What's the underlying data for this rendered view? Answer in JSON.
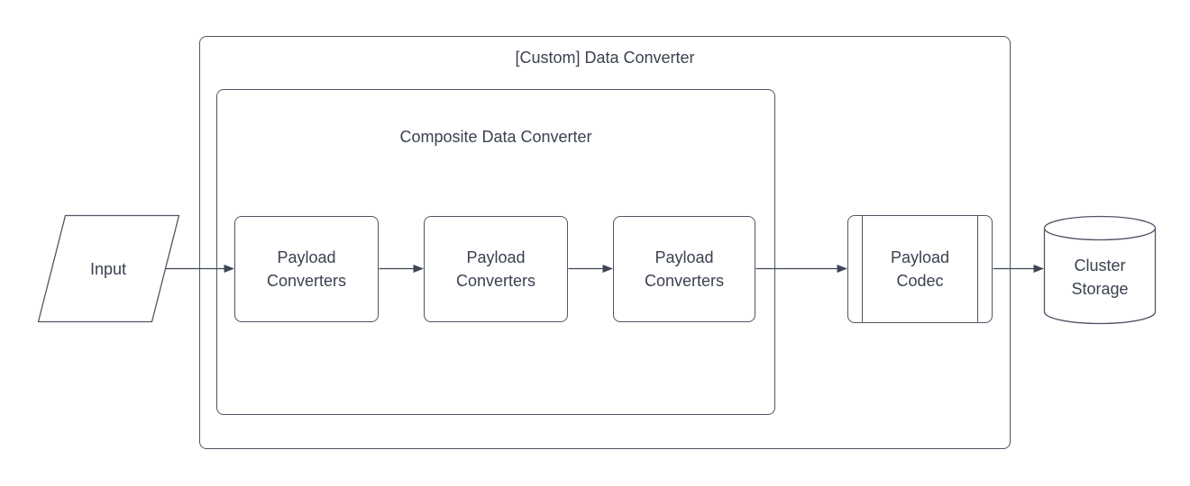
{
  "diagram": {
    "type": "flowchart",
    "background_color": "#ffffff",
    "stroke_color": "#4d5664",
    "text_color": "#3a4150"
  },
  "containers": {
    "outer": {
      "title": "[Custom] Data Converter"
    },
    "inner": {
      "title": "Composite Data Converter"
    }
  },
  "nodes": {
    "input": {
      "shape": "parallelogram",
      "label": "Input"
    },
    "payload_converters_1": {
      "shape": "rounded-rectangle",
      "line1": "Payload",
      "line2": "Converters"
    },
    "payload_converters_2": {
      "shape": "rounded-rectangle",
      "line1": "Payload",
      "line2": "Converters"
    },
    "payload_converters_3": {
      "shape": "rounded-rectangle",
      "line1": "Payload",
      "line2": "Converters"
    },
    "payload_codec": {
      "shape": "predefined-process",
      "line1": "Payload",
      "line2": "Codec"
    },
    "cluster_storage": {
      "shape": "cylinder",
      "line1": "Cluster",
      "line2": "Storage"
    }
  },
  "edges": [
    {
      "from": "input",
      "to": "payload_converters_1",
      "style": "solid-arrow"
    },
    {
      "from": "payload_converters_1",
      "to": "payload_converters_2",
      "style": "solid-arrow"
    },
    {
      "from": "payload_converters_2",
      "to": "payload_converters_3",
      "style": "solid-arrow"
    },
    {
      "from": "payload_converters_3",
      "to": "payload_codec",
      "style": "solid-arrow"
    },
    {
      "from": "payload_codec",
      "to": "cluster_storage",
      "style": "solid-arrow"
    }
  ]
}
